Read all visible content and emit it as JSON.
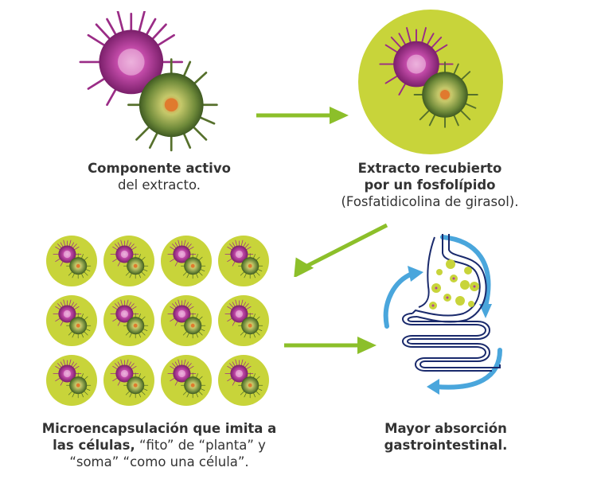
{
  "colors": {
    "arrow": "#8cbf2a",
    "capsule": "#c8d43a",
    "flower_pink": "#b0409a",
    "bud_green": "#6e8a3c",
    "gut_outline": "#1a2a6c",
    "flow_blue": "#4aa6dc"
  },
  "steps": [
    {
      "bold_line1": "Componente activo",
      "normal_line2": "del extracto."
    },
    {
      "bold_line1": "Extracto recubierto",
      "bold_line2": "por un fosfolípido",
      "normal_line3": "(Fosfatidicolina de girasol)."
    },
    {
      "bold_line1": "Microencapsulación que imita a",
      "bold_line2": "las células,",
      "normal_line2": " “fito” de “planta” y",
      "normal_line3": "“soma” “como una célula”."
    },
    {
      "bold_line1": "Mayor absorción",
      "bold_line2": "gastrointestinal."
    }
  ],
  "grid": {
    "rows": 3,
    "cols": 4
  },
  "icons": {
    "thistle": "thistle-icon",
    "capsule": "phytosome-capsule-icon",
    "digestive": "digestive-tract-icon"
  }
}
